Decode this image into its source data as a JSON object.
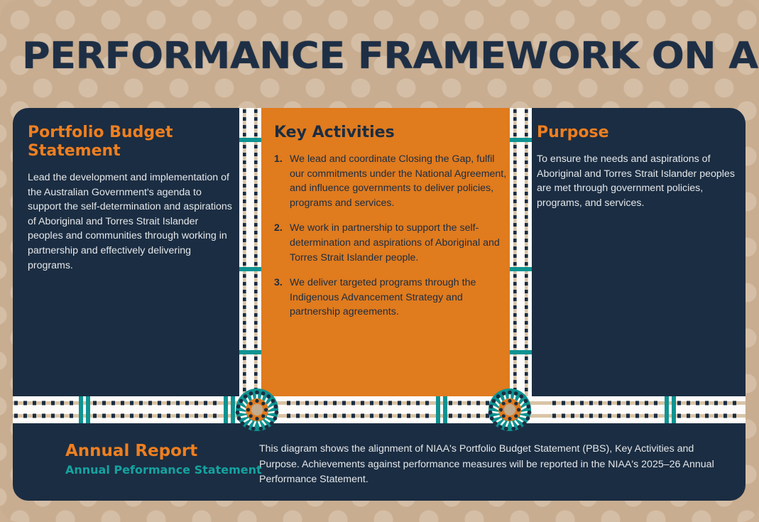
{
  "page": {
    "title": "PERFORMANCE FRAMEWORK ON A PAGE"
  },
  "colors": {
    "background_tan": "#c8ad90",
    "background_dot": "#d5bea6",
    "panel_navy": "#1b2d42",
    "accent_orange": "#e07b1e",
    "heading_orange": "#ef7f1f",
    "teal": "#14a3a0",
    "body_light": "#e4e7ea"
  },
  "columns": {
    "pbs": {
      "heading": "Portfolio Budget Statement",
      "body": "Lead the development and implementation of the Australian Government's agenda to support the self-determination and aspirations of Aboriginal and Torres Strait Islander peoples and communities through working in partnership and effectively delivering programs."
    },
    "key_activities": {
      "heading": "Key Activities",
      "items": [
        {
          "number": "1.",
          "text": "We lead and coordinate Closing the Gap, fulfil our commitments under the National Agreement, and influence governments to deliver policies, programs and services."
        },
        {
          "number": "2.",
          "text": "We work in partnership to support the self-determination and aspirations of Aboriginal and Torres Strait Islander people."
        },
        {
          "number": "3.",
          "text": "We deliver targeted programs through the Indigenous Advancement Strategy and partnership agreements."
        }
      ]
    },
    "purpose": {
      "heading": "Purpose",
      "body": "To ensure the needs and aspirations of Aboriginal and Torres Strait Islander peoples are met through government policies, programs, and services."
    }
  },
  "footer": {
    "annual_report": "Annual Report",
    "annual_performance_statement": "Annual Peformance Statement",
    "note": "This diagram shows the alignment of NIAA's Portfolio Budget Statement (PBS), Key Activities and Purpose. Achievements against performance measures will be reported in the NIAA's 2025–26 Annual Performance Statement."
  },
  "decoration": {
    "medallion_left_label": "aboriginal-dot-medallion",
    "medallion_right_label": "aboriginal-dot-medallion",
    "path_label": "aboriginal-dot-path"
  }
}
